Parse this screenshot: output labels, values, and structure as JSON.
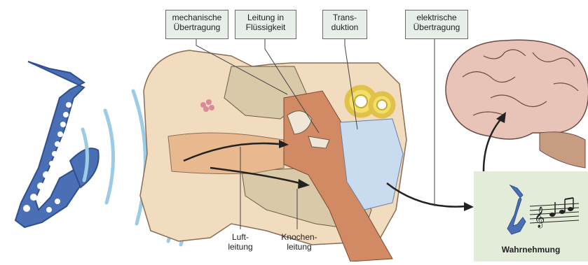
{
  "labels": {
    "mechanical": [
      "mechanische",
      "Übertragung"
    ],
    "fluid": [
      "Leitung in",
      "Flüssigkeit"
    ],
    "transduction": [
      "Trans-",
      "duktion"
    ],
    "electrical": [
      "elektrische",
      "Übertragung"
    ]
  },
  "captions": {
    "air": [
      "Luft-",
      "leitung"
    ],
    "bone": [
      "Knochen-",
      "leitung"
    ]
  },
  "perception": "Wahrnehmung",
  "colors": {
    "saxophone": "#4a6fb5",
    "waves": "#9ccbe8",
    "skin": "#f2dcc0",
    "bone": "#d9c9a8",
    "brain": "#e8c3b8",
    "cochlea": "#f1df6a",
    "percept_bg": "#e3ecd9"
  }
}
